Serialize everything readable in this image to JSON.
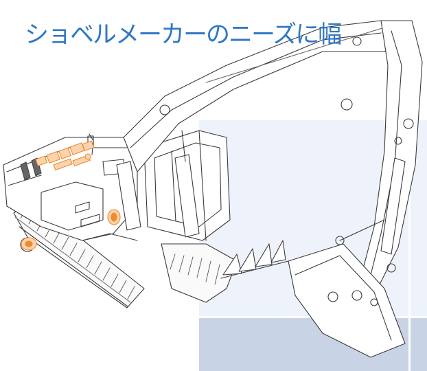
{
  "headline": "ショベルメーカーのニーズに幅",
  "colors": {
    "headline": "#2f78c4",
    "panel_light": "#eef2fa",
    "panel_dark": "#c9d3e6",
    "line_art": "#3a3a3a",
    "highlight": "#f08a2c"
  },
  "illustration": {
    "subject": "excavator-line-drawing",
    "highlighted_parts": [
      "engine-components",
      "cab-fitting",
      "track-fitting"
    ]
  }
}
